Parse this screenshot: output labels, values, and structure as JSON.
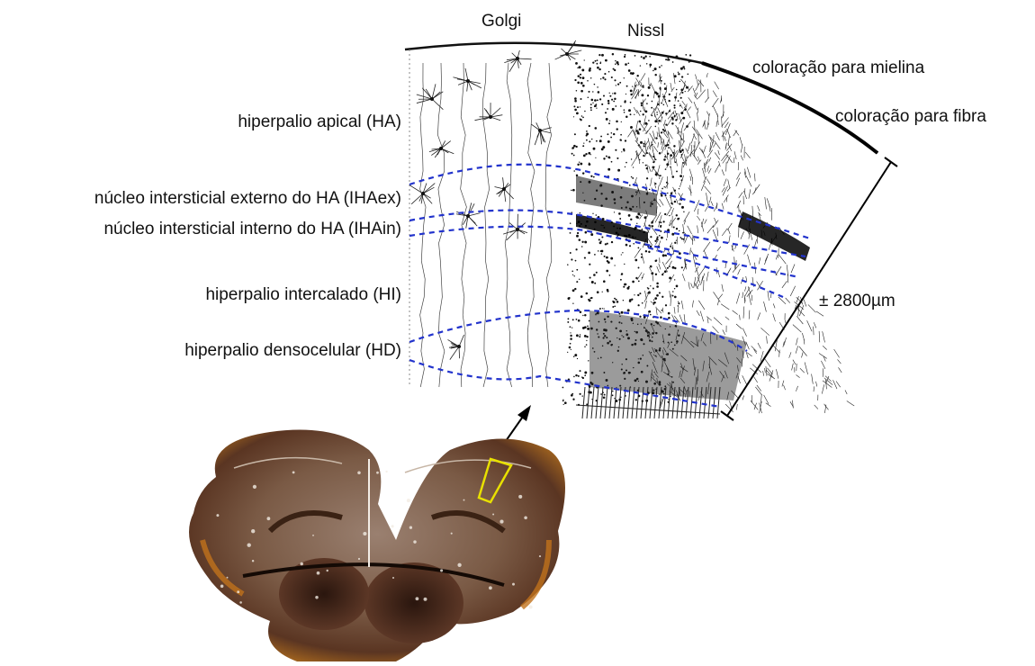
{
  "column_labels": {
    "golgi": "Golgi",
    "nissl": "Nissl",
    "myelin": "coloração para mielina",
    "fiber": "coloração para fibra"
  },
  "layers": {
    "ha": "hiperpalio apical (HA)",
    "ihaex": "núcleo intersticial externo do HA (IHAex)",
    "ihain": "núcleo intersticial interno do HA (IHAin)",
    "hi": "hiperpalio intercalado (HI)",
    "hd": "hiperpalio densocelular (HD)"
  },
  "scale_label": "± 2800µm",
  "colors": {
    "boundary": "#2233cc",
    "highlight": "#e8e000",
    "ink": "#111111"
  }
}
